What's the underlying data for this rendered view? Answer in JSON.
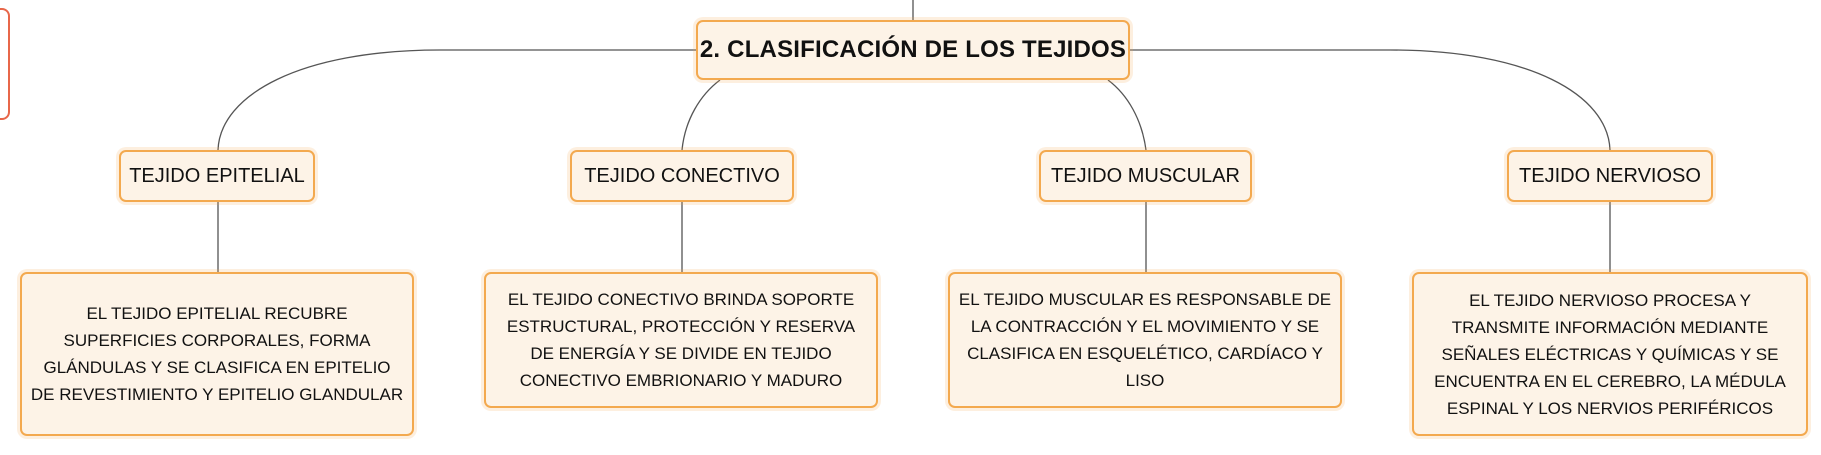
{
  "root": {
    "label": "2. CLASIFICACIÓN DE LOS TEJIDOS"
  },
  "categories": [
    {
      "label": "TEJIDO EPITELIAL",
      "description": "EL TEJIDO EPITELIAL RECUBRE SUPERFICIES CORPORALES, FORMA GLÁNDULAS Y SE CLASIFICA EN EPITELIO DE REVESTIMIENTO Y EPITELIO GLANDULAR"
    },
    {
      "label": "TEJIDO CONECTIVO",
      "description": "EL TEJIDO CONECTIVO BRINDA SOPORTE ESTRUCTURAL, PROTECCIÓN Y RESERVA DE ENERGÍA Y SE DIVIDE EN TEJIDO CONECTIVO EMBRIONARIO Y MADURO"
    },
    {
      "label": "TEJIDO MUSCULAR",
      "description": "EL TEJIDO MUSCULAR ES RESPONSABLE DE LA CONTRACCIÓN Y EL MOVIMIENTO Y SE CLASIFICA EN ESQUELÉTICO, CARDÍACO Y LISO"
    },
    {
      "label": "TEJIDO NERVIOSO",
      "description": "EL TEJIDO NERVIOSO PROCESA Y TRANSMITE INFORMACIÓN MEDIANTE SEÑALES ELÉCTRICAS Y QUÍMICAS Y SE ENCUENTRA EN EL CEREBRO, LA MÉDULA ESPINAL Y LOS NERVIOS PERIFÉRICOS"
    }
  ],
  "colors": {
    "node_border": "#f3a94f",
    "node_fill": "#fdf3e7",
    "connector": "#555555",
    "edge_note_border": "#e8674a"
  }
}
